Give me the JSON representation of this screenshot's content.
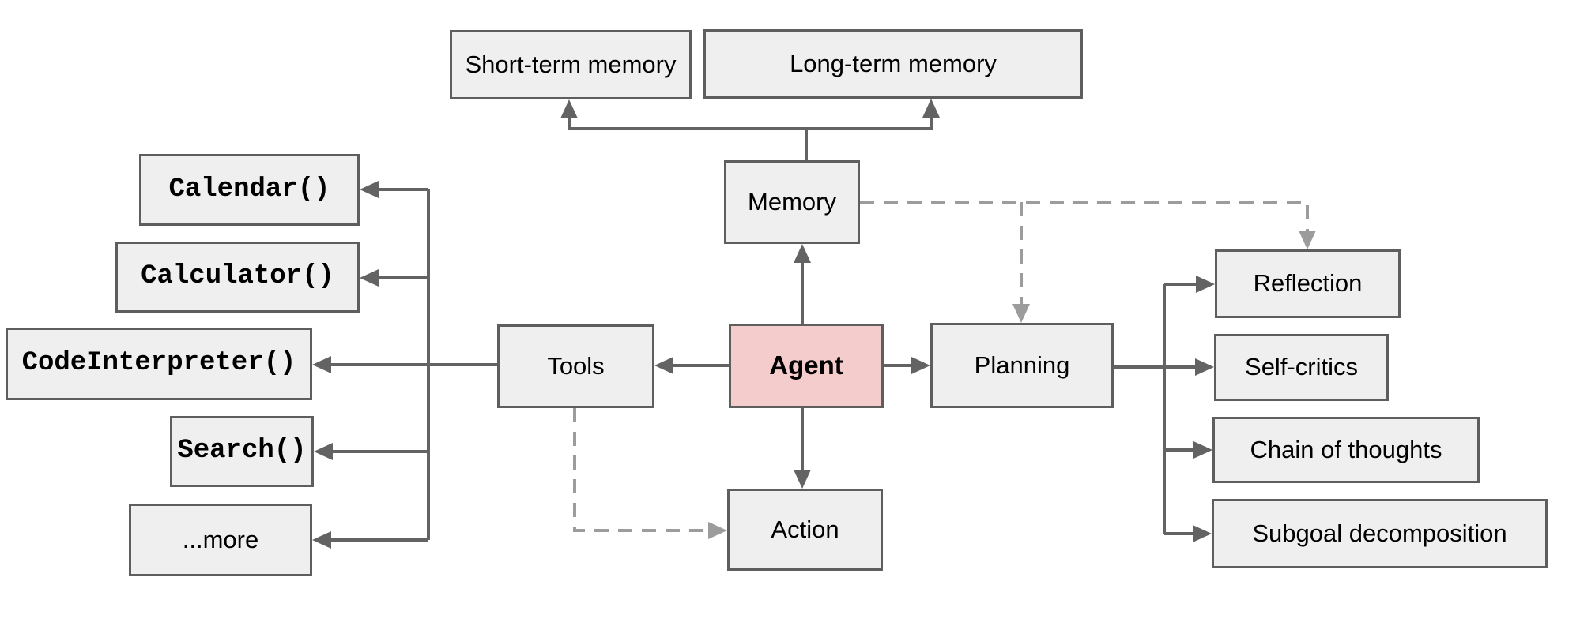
{
  "diagram": {
    "colors": {
      "box_fill": "#efefef",
      "box_border": "#5e5e5e",
      "accent_fill": "#f4cccc",
      "line": "#636363",
      "dashed_line": "#9c9c9c",
      "text": "#000000",
      "background": "#ffffff"
    },
    "nodes": {
      "short_term_memory": {
        "label": "Short-term memory"
      },
      "long_term_memory": {
        "label": "Long-term memory"
      },
      "memory": {
        "label": "Memory"
      },
      "tools": {
        "label": "Tools"
      },
      "agent": {
        "label": "Agent"
      },
      "planning": {
        "label": "Planning"
      },
      "action": {
        "label": "Action"
      },
      "calendar": {
        "label": "Calendar()"
      },
      "calculator": {
        "label": "Calculator()"
      },
      "code_interpreter": {
        "label": "CodeInterpreter()"
      },
      "search": {
        "label": "Search()"
      },
      "more": {
        "label": "...more"
      },
      "reflection": {
        "label": "Reflection"
      },
      "self_critics": {
        "label": "Self-critics"
      },
      "chain_of_thoughts": {
        "label": "Chain of thoughts"
      },
      "subgoal_decomposition": {
        "label": "Subgoal decomposition"
      }
    },
    "edges": [
      {
        "from": "memory",
        "to": "short_term_memory",
        "style": "solid"
      },
      {
        "from": "memory",
        "to": "long_term_memory",
        "style": "solid"
      },
      {
        "from": "agent",
        "to": "memory",
        "style": "solid"
      },
      {
        "from": "agent",
        "to": "tools",
        "style": "solid"
      },
      {
        "from": "agent",
        "to": "planning",
        "style": "solid"
      },
      {
        "from": "agent",
        "to": "action",
        "style": "solid"
      },
      {
        "from": "tools",
        "to": "calendar",
        "style": "solid"
      },
      {
        "from": "tools",
        "to": "calculator",
        "style": "solid"
      },
      {
        "from": "tools",
        "to": "code_interpreter",
        "style": "solid"
      },
      {
        "from": "tools",
        "to": "search",
        "style": "solid"
      },
      {
        "from": "tools",
        "to": "more",
        "style": "solid"
      },
      {
        "from": "planning",
        "to": "reflection",
        "style": "solid"
      },
      {
        "from": "planning",
        "to": "self_critics",
        "style": "solid"
      },
      {
        "from": "planning",
        "to": "chain_of_thoughts",
        "style": "solid"
      },
      {
        "from": "planning",
        "to": "subgoal_decomposition",
        "style": "solid"
      },
      {
        "from": "memory",
        "to": "planning",
        "style": "dashed"
      },
      {
        "from": "memory",
        "to": "reflection",
        "style": "dashed"
      },
      {
        "from": "tools",
        "to": "action",
        "style": "dashed"
      }
    ]
  }
}
